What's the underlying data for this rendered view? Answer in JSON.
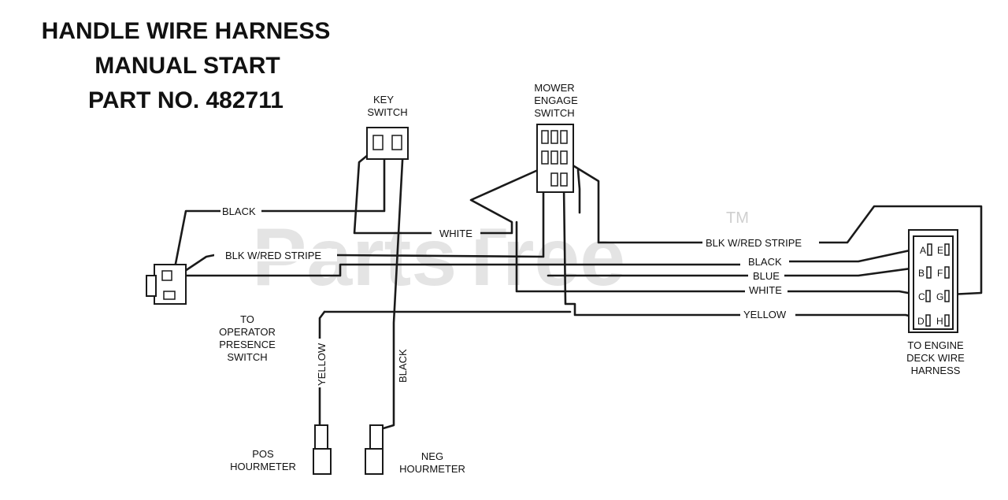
{
  "title": {
    "line1": "HANDLE WIRE HARNESS",
    "line2": "MANUAL START",
    "line3": "PART NO. 482711"
  },
  "watermark": {
    "text": "PartsTree",
    "tm": "TM"
  },
  "components": {
    "key_switch": {
      "line1": "KEY",
      "line2": "SWITCH"
    },
    "mower_engage_switch": {
      "line1": "MOWER",
      "line2": "ENGAGE",
      "line3": "SWITCH"
    },
    "operator_presence": {
      "line1": "TO",
      "line2": "OPERATOR",
      "line3": "PRESENCE",
      "line4": "SWITCH"
    },
    "engine_deck": {
      "line1": "TO ENGINE",
      "line2": "DECK WIRE",
      "line3": "HARNESS"
    },
    "pos_hourmeter": {
      "line1": "POS",
      "line2": "HOURMETER"
    },
    "neg_hourmeter": {
      "line1": "NEG",
      "line2": "HOURMETER"
    }
  },
  "connector_pins": {
    "left_column": [
      "A",
      "B",
      "C",
      "D"
    ],
    "right_column": [
      "E",
      "F",
      "G",
      "H"
    ]
  },
  "wire_labels": {
    "black_top": "BLACK",
    "blk_red_left": "BLK W/RED STRIPE",
    "white_mid": "WHITE",
    "blk_red_right": "BLK W/RED STRIPE",
    "black_right": "BLACK",
    "blue_right": "BLUE",
    "white_right": "WHITE",
    "yellow_right": "YELLOW",
    "yellow_vertical": "YELLOW",
    "black_vertical": "BLACK"
  }
}
